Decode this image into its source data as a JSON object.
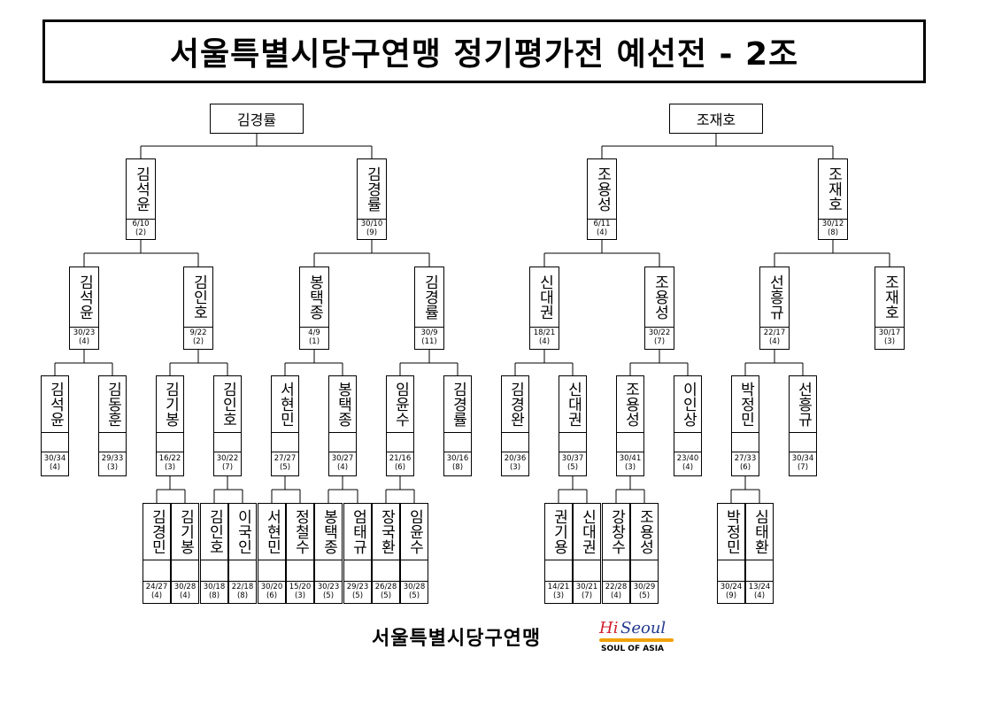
{
  "title": "서울특별시당구연맹 정기평가전 예선전 - 2조",
  "footer": {
    "org": "서울특별시당구연맹",
    "logo_hi": "Hi",
    "logo_seoul": "Seoul",
    "logo_tagline": "SOUL OF ASIA",
    "logo_colors": {
      "hi": "#d1202f",
      "seoul": "#243b8e",
      "swoosh": "#f0a20b"
    }
  },
  "winners": [
    {
      "id": "winner-left",
      "name": "김경률"
    },
    {
      "id": "winner-right",
      "name": "조재호"
    }
  ],
  "players": [
    {
      "id": "r1-1",
      "name": "김석윤",
      "score": "6/10",
      "rank": "(2)"
    },
    {
      "id": "r1-2",
      "name": "김경률",
      "score": "30/10",
      "rank": "(9)"
    },
    {
      "id": "r1-3",
      "name": "조용성",
      "score": "6/11",
      "rank": "(4)"
    },
    {
      "id": "r1-4",
      "name": "조재호",
      "score": "30/12",
      "rank": "(8)"
    },
    {
      "id": "r2-1",
      "name": "김석윤",
      "score": "30/23",
      "rank": "(4)"
    },
    {
      "id": "r2-2",
      "name": "김인호",
      "score": "9/22",
      "rank": "(2)"
    },
    {
      "id": "r2-3",
      "name": "봉택종",
      "score": "4/9",
      "rank": "(1)"
    },
    {
      "id": "r2-4",
      "name": "김경률",
      "score": "30/9",
      "rank": "(11)"
    },
    {
      "id": "r2-5",
      "name": "신대권",
      "score": "18/21",
      "rank": "(4)"
    },
    {
      "id": "r2-6",
      "name": "조용성",
      "score": "30/22",
      "rank": "(7)"
    },
    {
      "id": "r2-7",
      "name": "선흥규",
      "score": "22/17",
      "rank": "(4)"
    },
    {
      "id": "r2-8",
      "name": "조재호",
      "score": "30/17",
      "rank": "(3)"
    },
    {
      "id": "r3-1",
      "name": "김석윤",
      "score": "30/34",
      "rank": "(4)"
    },
    {
      "id": "r3-2",
      "name": "김동훈",
      "score": "29/33",
      "rank": "(3)"
    },
    {
      "id": "r3-3",
      "name": "김기봉",
      "score": "16/22",
      "rank": "(3)"
    },
    {
      "id": "r3-4",
      "name": "김인호",
      "score": "30/22",
      "rank": "(7)"
    },
    {
      "id": "r3-5",
      "name": "서현민",
      "score": "27/27",
      "rank": "(5)"
    },
    {
      "id": "r3-6",
      "name": "봉택종",
      "score": "30/27",
      "rank": "(4)"
    },
    {
      "id": "r3-7",
      "name": "임윤수",
      "score": "21/16",
      "rank": "(6)"
    },
    {
      "id": "r3-8",
      "name": "김경률",
      "score": "30/16",
      "rank": "(8)"
    },
    {
      "id": "r3-9",
      "name": "김경완",
      "score": "20/36",
      "rank": "(3)"
    },
    {
      "id": "r3-10",
      "name": "신대권",
      "score": "30/37",
      "rank": "(5)"
    },
    {
      "id": "r3-11",
      "name": "조용성",
      "score": "30/41",
      "rank": "(3)"
    },
    {
      "id": "r3-12",
      "name": "이인상",
      "score": "23/40",
      "rank": "(4)"
    },
    {
      "id": "r3-13",
      "name": "박정민",
      "score": "27/33",
      "rank": "(6)"
    },
    {
      "id": "r3-14",
      "name": "선흥규",
      "score": "30/34",
      "rank": "(7)"
    },
    {
      "id": "r4-1",
      "name": "김경민",
      "score": "24/27",
      "rank": "(4)"
    },
    {
      "id": "r4-2",
      "name": "김기봉",
      "score": "30/28",
      "rank": "(4)"
    },
    {
      "id": "r4-3",
      "name": "김인호",
      "score": "30/18",
      "rank": "(8)"
    },
    {
      "id": "r4-4",
      "name": "이국인",
      "score": "22/18",
      "rank": "(8)"
    },
    {
      "id": "r4-5",
      "name": "서현민",
      "score": "30/20",
      "rank": "(6)"
    },
    {
      "id": "r4-6",
      "name": "정철수",
      "score": "15/20",
      "rank": "(3)"
    },
    {
      "id": "r4-7",
      "name": "봉택종",
      "score": "30/23",
      "rank": "(5)"
    },
    {
      "id": "r4-8",
      "name": "엄태규",
      "score": "29/23",
      "rank": "(5)"
    },
    {
      "id": "r4-9",
      "name": "장국환",
      "score": "26/28",
      "rank": "(5)"
    },
    {
      "id": "r4-10",
      "name": "임윤수",
      "score": "30/28",
      "rank": "(5)"
    },
    {
      "id": "r4-11",
      "name": "권기용",
      "score": "14/21",
      "rank": "(3)"
    },
    {
      "id": "r4-12",
      "name": "신대권",
      "score": "30/21",
      "rank": "(7)"
    },
    {
      "id": "r4-13",
      "name": "강창수",
      "score": "22/28",
      "rank": "(4)"
    },
    {
      "id": "r4-14",
      "name": "조용성",
      "score": "30/29",
      "rank": "(5)"
    },
    {
      "id": "r4-15",
      "name": "박정민",
      "score": "30/24",
      "rank": "(9)"
    },
    {
      "id": "r4-16",
      "name": "심태환",
      "score": "13/24",
      "rank": "(4)"
    }
  ]
}
